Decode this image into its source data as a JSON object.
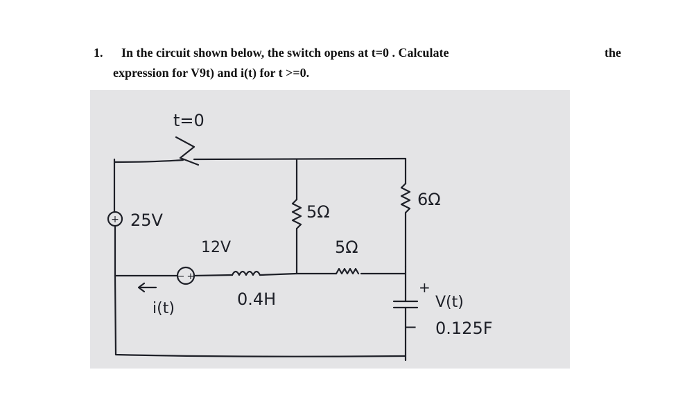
{
  "question": {
    "number": "1.",
    "line1": "In the circuit shown below, the switch opens at t=0 . Calculate",
    "line1_end": "the",
    "line2": "expression for V9t) and i(t) for t >=0."
  },
  "circuit": {
    "switch_label": "t=0",
    "source1_label": "25V",
    "source2_label": "12V",
    "inductor_label": "0.4H",
    "resistor_vertical_label": "5Ω",
    "resistor_horizontal_label": "5Ω",
    "resistor_right_label": "6Ω",
    "current_label": "i(t)",
    "voltage_label": "V(t)",
    "capacitor_label": "0.125F",
    "plus_sign": "+",
    "minus_sign": "−"
  },
  "colors": {
    "ink": "#1d1f27",
    "paper": "#e4e4e6",
    "text": "#111111"
  }
}
